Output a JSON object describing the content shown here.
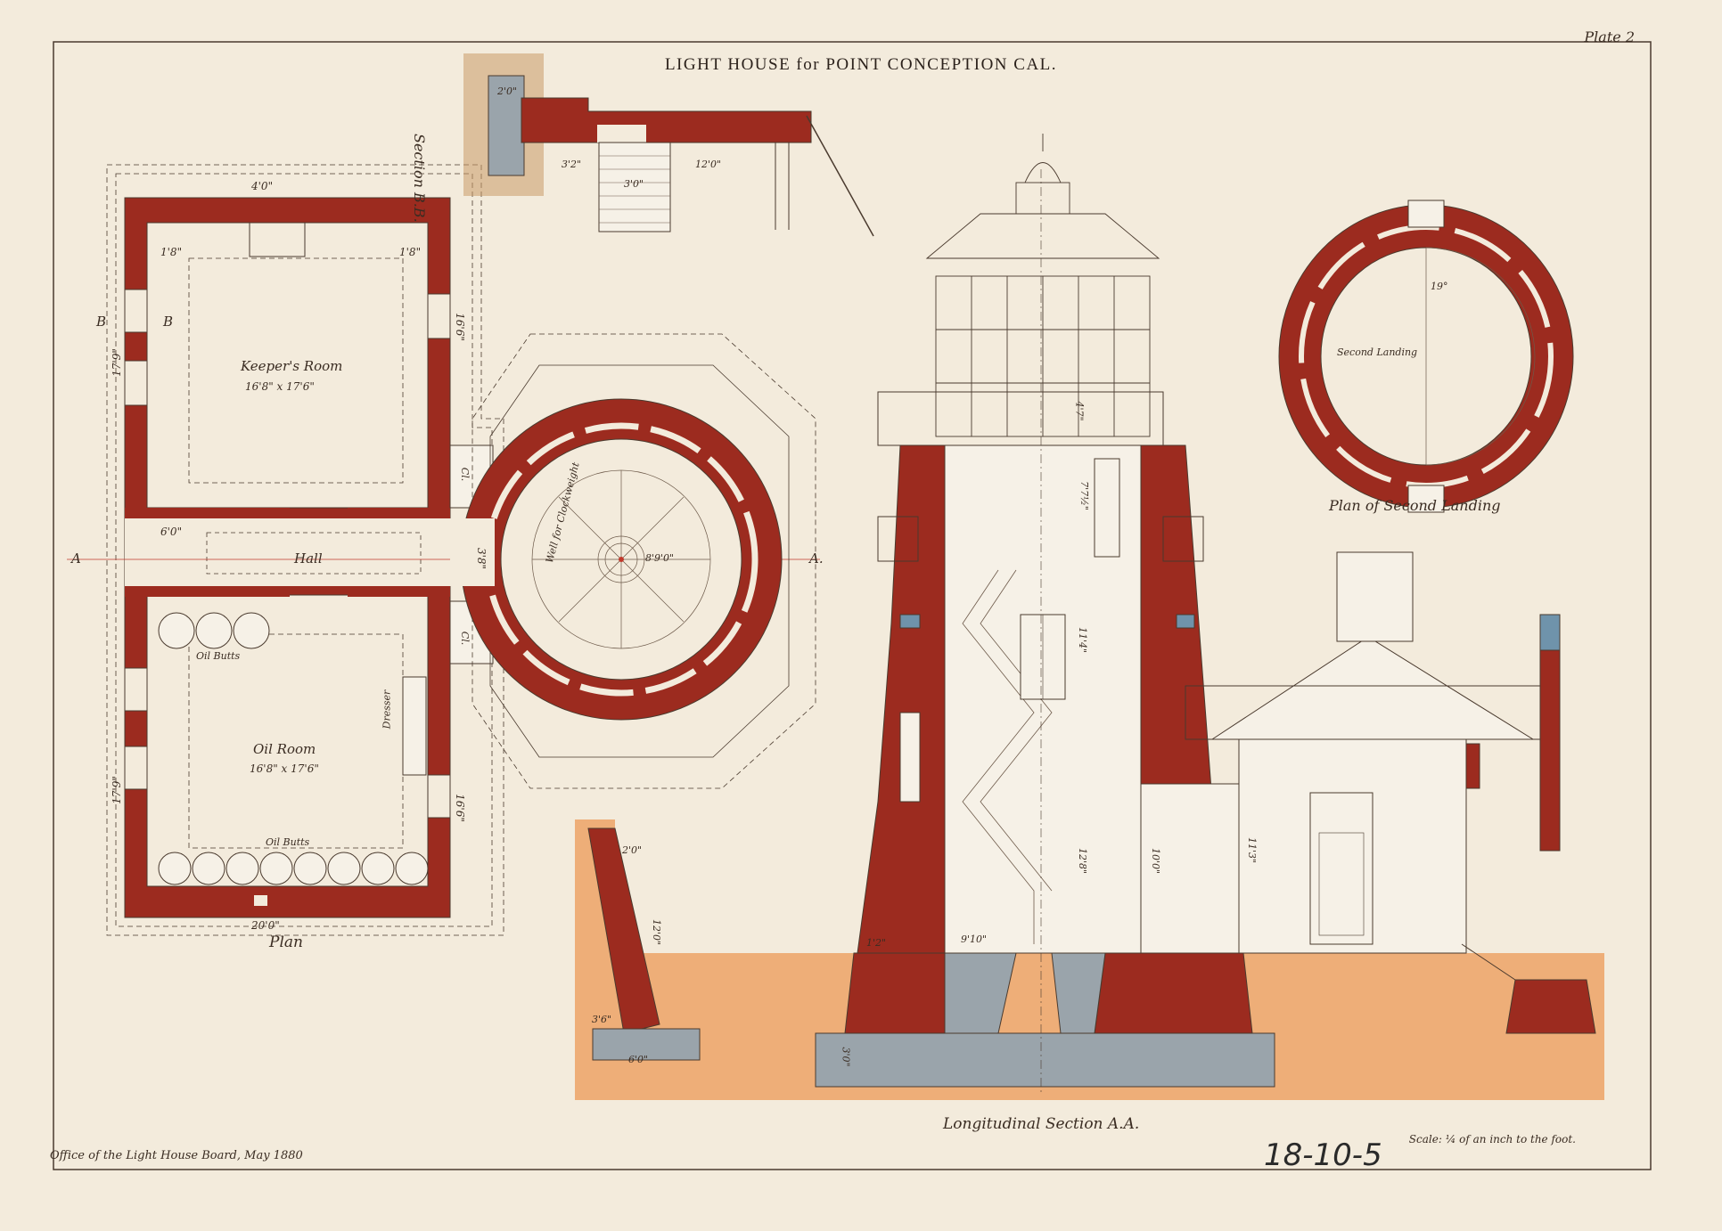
{
  "title": "LIGHT HOUSE for POINT CONCEPTION CAL.",
  "plate_label": "Plate 2",
  "office_note": "Office of the Light House Board, May 1880",
  "scale_note": "Scale: ¼ of an inch to the foot.",
  "catalog_number": "18-10-5",
  "views": {
    "plan": "Plan",
    "longitudinal_section": "Longitudinal Section A.A.",
    "plan_second_landing": "Plan of Second Landing",
    "section_bb": "Section B.B."
  },
  "rooms": {
    "keepers_room": "Keeper's Room",
    "keepers_room_size": "16'8\" x 17'6\"",
    "oil_room": "Oil Room",
    "oil_room_size": "16'8\" x 17'6\"",
    "hall": "Hall",
    "oil_butts_upper": "Oil Butts",
    "oil_butts_lower": "Oil Butts",
    "dresser": "Dresser",
    "closet_upper": "Cl.",
    "closet_lower": "Cl.",
    "well_for_weight": "Well for Clockweight",
    "second_landing": "Second Landing"
  },
  "markers": {
    "a_left": "A",
    "a_right": "A.",
    "b_left": "B",
    "b_right": "B"
  },
  "dimensions": {
    "plan_width_bottom": "20'0\"",
    "plan_width_top": "4'0\"",
    "plan_left_upper": "17'9\"",
    "plan_left_lower": "17'9\"",
    "plan_right_upper": "16'6\"",
    "plan_right_lower": "16'6\"",
    "hall_width": "6'0\"",
    "hall_depth": "3'8\"",
    "wall_1_8_left": "1'8\"",
    "wall_1_8_right": "1'8\"",
    "tower_radius": "8'9'0\"",
    "sec_top_12": "12'0\"",
    "sec_top_3_2": "3'2\"",
    "sec_top_3_0": "3'0\"",
    "sec_top_2_0": "2'0\"",
    "lantern_height": "4'7\"",
    "watch_height": "7'7½\"",
    "mid_height": "11'4\"",
    "lower_height": "12'8\"",
    "building_height": "10'0\"",
    "building_height_2": "11'3\"",
    "base_9_10": "9'10\"",
    "base_3_0": "3'0\"",
    "retaining_12": "12'0\"",
    "retaining_6": "6'0\"",
    "retaining_2": "2'0\"",
    "retaining_3_6": "3'6\"",
    "landing_angle": "19°",
    "step_1_2": "1'2\""
  },
  "colors": {
    "paper": "#f3ebdc",
    "brick": "#9c2b1f",
    "brick_dark": "#7e2017",
    "stone": "#9aa4ab",
    "blue_stone": "#6f93ab",
    "earth": "#eeae78",
    "ink": "#3a2c22"
  }
}
